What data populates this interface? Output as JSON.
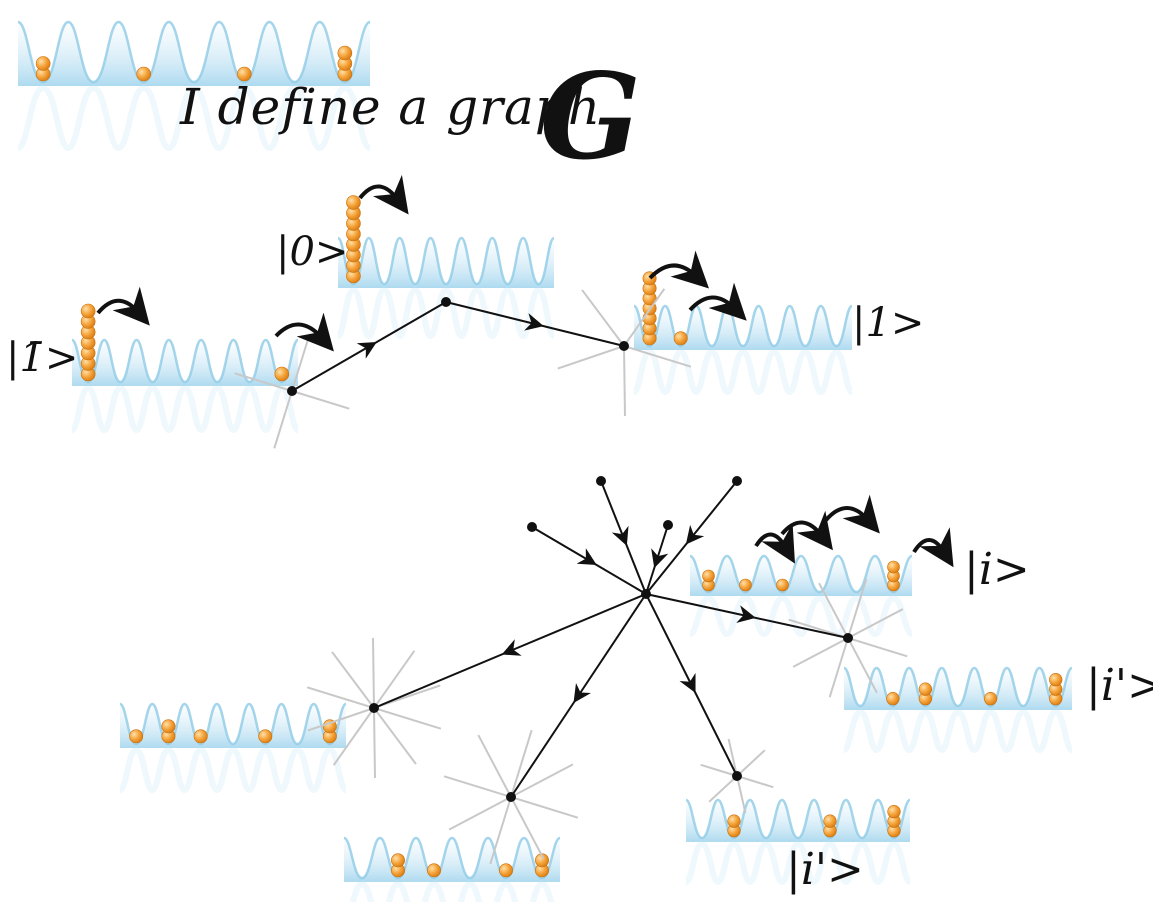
{
  "title": {
    "text": "I define a graph",
    "symbol": "G"
  },
  "kets": {
    "zero": "|0>",
    "bar_one": "|1̄>",
    "one": "|1>",
    "i": "|i>",
    "i_prime_right": "|i'>",
    "i_prime_bottom": "|i'>"
  },
  "colors": {
    "well": "#bfe3f5",
    "well_edge": "#8ecae6",
    "ball": "#f5a33a",
    "ball_shine": "#ffe0a8",
    "edge": "#111111",
    "faint_edge": "#c8c8c8",
    "node": "#111111"
  },
  "lattices": [
    {
      "id": "top-lattice",
      "occupation": [
        2,
        0,
        1,
        0,
        1,
        0,
        3
      ]
    },
    {
      "id": "lattice-zero",
      "occupation": [
        8,
        0,
        0,
        0,
        0,
        0,
        0
      ]
    },
    {
      "id": "lattice-bar-one",
      "occupation": [
        7,
        0,
        0,
        0,
        0,
        0,
        1
      ]
    },
    {
      "id": "lattice-one",
      "occupation": [
        7,
        1,
        0,
        0,
        0,
        0,
        0
      ]
    },
    {
      "id": "lattice-i",
      "occupation": [
        2,
        1,
        1,
        0,
        0,
        3
      ]
    },
    {
      "id": "lattice-i-prime-right",
      "occupation": [
        0,
        1,
        2,
        0,
        1,
        0,
        3
      ]
    },
    {
      "id": "lattice-left",
      "occupation": [
        1,
        2,
        1,
        0,
        1,
        0,
        2
      ]
    },
    {
      "id": "lattice-bottom",
      "occupation": [
        0,
        2,
        1,
        0,
        1,
        2
      ]
    },
    {
      "id": "lattice-i-prime-bottom",
      "occupation": [
        0,
        2,
        0,
        0,
        2,
        0,
        3
      ]
    }
  ]
}
